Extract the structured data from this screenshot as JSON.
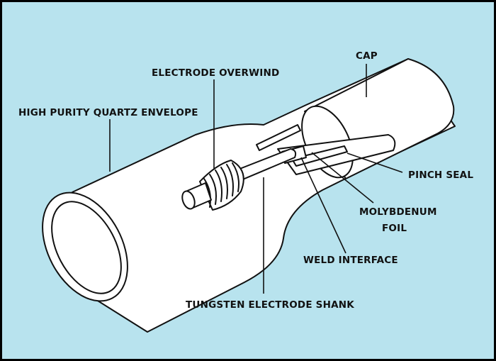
{
  "colors": {
    "background": "#b8e3ee",
    "outline": "#111111",
    "fill": "#ffffff",
    "frame": "#000000"
  },
  "labels": {
    "cap": "CAP",
    "electrode_overwind": "ELECTRODE OVERWIND",
    "envelope": "HIGH PURITY QUARTZ ENVELOPE",
    "pinch_seal": "PINCH SEAL",
    "molybdenum_line1": "MOLYBDENUM",
    "molybdenum_line2": "FOIL",
    "weld_interface": "WELD INTERFACE",
    "tungsten_shank": "TUNGSTEN ELECTRODE SHANK"
  }
}
